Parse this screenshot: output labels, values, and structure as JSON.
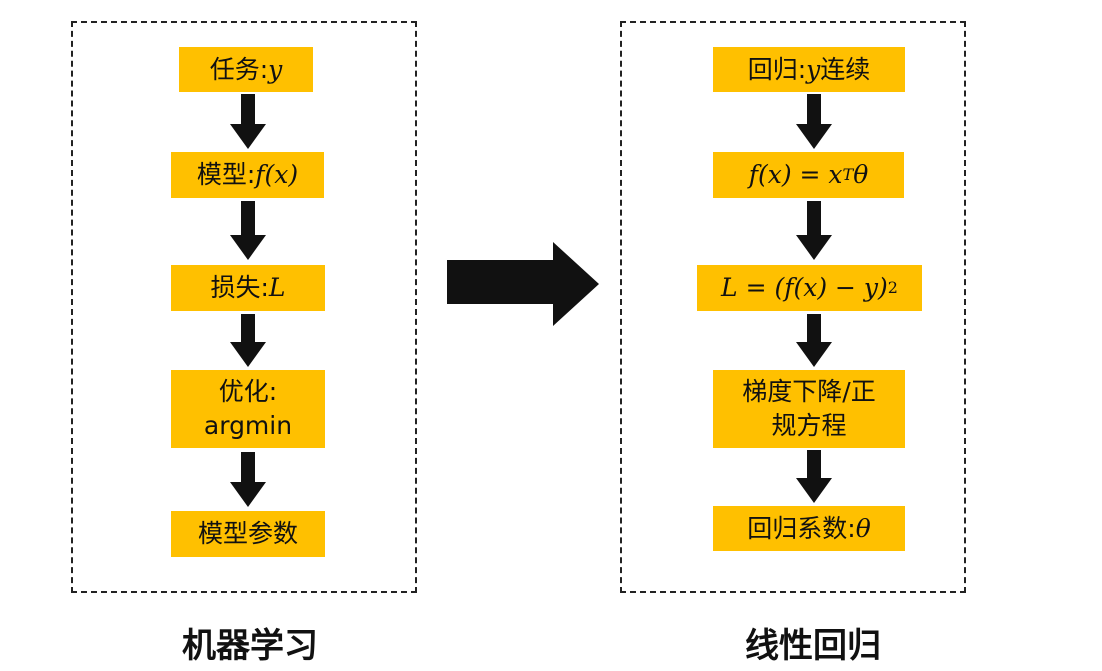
{
  "left_panel": {
    "title": "机器学习",
    "steps": [
      {
        "prefix": "任务: ",
        "math": "y"
      },
      {
        "prefix": "模型: ",
        "math": "f(x)"
      },
      {
        "prefix": "损失: ",
        "math": "L"
      },
      {
        "line1": "优化:",
        "line2": "argmin"
      },
      {
        "prefix": "模型参数",
        "math": ""
      }
    ]
  },
  "right_panel": {
    "title": "线性回归",
    "steps": [
      {
        "prefix": "回归: ",
        "math": "y",
        "suffix": " 连续"
      },
      {
        "math": "f(x) = x",
        "sup": "T",
        "math2": "θ"
      },
      {
        "math": "L = (f(x) − y)",
        "sup": "2"
      },
      {
        "line1": "梯度下降/正",
        "line2": "规方程"
      },
      {
        "prefix": "回归系数: ",
        "math": "θ"
      }
    ]
  },
  "colors": {
    "box": "#FFC000",
    "arrow": "#111111",
    "border": "#222222"
  },
  "icons": {
    "step_arrow": "arrow-down-icon",
    "main_arrow": "arrow-right-icon"
  }
}
